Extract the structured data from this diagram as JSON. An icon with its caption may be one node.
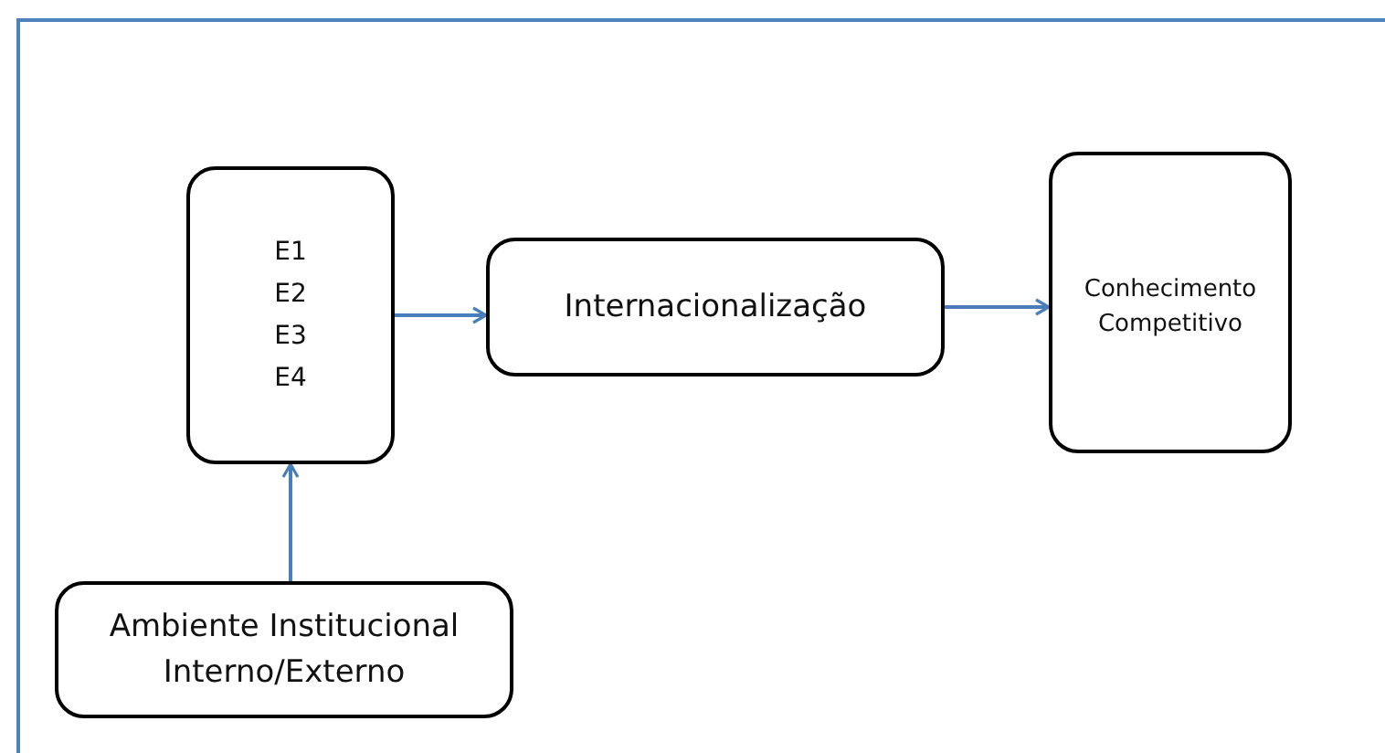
{
  "diagram": {
    "nodes": [
      {
        "text": [
          "E1",
          "E2",
          "E3",
          "E4"
        ]
      },
      {
        "text": [
          "Internacionalização"
        ]
      },
      {
        "text": [
          "Conhecimento Competitivo"
        ]
      },
      {
        "text": [
          "Ambiente Institucional Interno/Externo"
        ]
      }
    ],
    "edges": [
      {
        "from": 0,
        "to": 1,
        "arrow": "to"
      },
      {
        "from": 1,
        "to": 2,
        "arrow": "to"
      },
      {
        "from": 3,
        "to": 0,
        "arrow": "to"
      }
    ]
  }
}
